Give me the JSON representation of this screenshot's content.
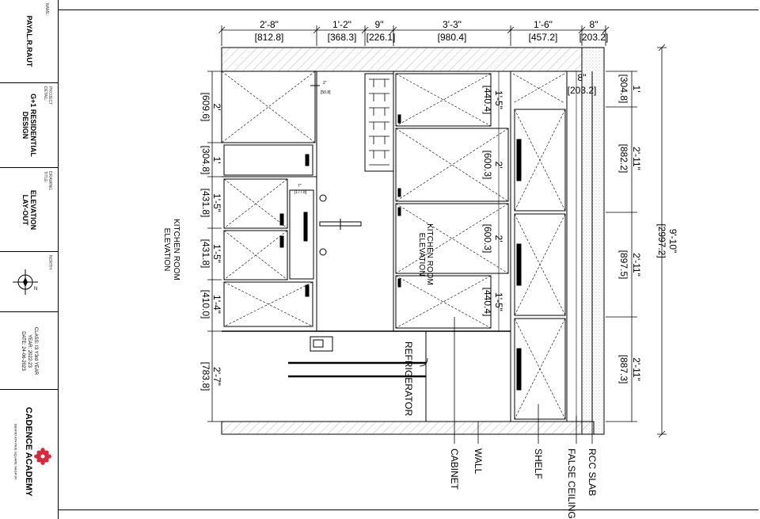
{
  "title_block": {
    "name_label": "NAME:",
    "name_value": "PAYAL.R.RAUT",
    "project_label": "PROJECT DETAIL:",
    "project_value_1": "G+1 RESIDENTIAL",
    "project_value_2": "DESIGN",
    "drawing_label": "DRAWING TITLE:",
    "drawing_value_1": "ELEVATION",
    "drawing_value_2": "LAY-OUT",
    "north_label": "NORTH:",
    "north_letter": "N",
    "class_label": "CLASS: I3 Y3rd YEAR",
    "year_label": "YEAR: 2022-23",
    "date_label": "DATE: 24-06-2023",
    "academy_name": "CADENCE ACADEMY",
    "academy_sub": "BEHIND ATA PAJE SQUARE NAGPUR",
    "logo_color": "#d62a3c"
  },
  "drawing": {
    "top_dims": [
      {
        "ft": "2'-8\"",
        "mm": "[812.8]"
      },
      {
        "ft": "1'-2\"",
        "mm": "[368.3]"
      },
      {
        "ft": "9\"",
        "mm": "[226.1]"
      },
      {
        "ft": "3'-3\"",
        "mm": "[980.4]"
      },
      {
        "ft": "1'-6\"",
        "mm": "[457.2]"
      },
      {
        "ft": "8\"",
        "mm": "[203.2]"
      }
    ],
    "dim_8": {
      "ft": "8\"",
      "mm": "[203.2]"
    },
    "left_dims": [
      {
        "ft": "2'",
        "mm": "[609.6]"
      },
      {
        "ft": "1'",
        "mm": "[304.8]"
      },
      {
        "ft": "1'-5\"",
        "mm": "[431.8]"
      },
      {
        "ft": "1'-5\"",
        "mm": "[431.8]"
      },
      {
        "ft": "1'-4\"",
        "mm": "[410.0]"
      },
      {
        "ft": "2'-7\"",
        "mm": "[783.8]"
      }
    ],
    "mid_dims": [
      {
        "ft": "1'-5\"",
        "mm": "[440.4]"
      },
      {
        "ft": "2'",
        "mm": "[600.3]"
      },
      {
        "ft": "2'",
        "mm": "[600.3]"
      },
      {
        "ft": "1'-5\"",
        "mm": "[440.4]"
      }
    ],
    "right_dims": [
      {
        "ft": "1'",
        "mm": "[304.8]"
      },
      {
        "ft": "2'-11\"",
        "mm": "[882.2]"
      },
      {
        "ft": "2'-11\"",
        "mm": "[897.5]"
      },
      {
        "ft": "2'-11\"",
        "mm": "[887.3]"
      }
    ],
    "overall": {
      "ft": "9'-10\"",
      "mm": "[2997.2]"
    },
    "tiny_dims": [
      "2\"",
      "[50.8]",
      "7\"",
      "[177.8]"
    ],
    "label_kitchen_1": "KITCHEN ROOM",
    "label_elevation_1": "ELEVATION",
    "label_kitchen_2": "KITCHEN ROOM",
    "label_elevation_2": "ELEVATION",
    "label_refrigerator": "REFRIGERATOR",
    "callouts": [
      "CABINET",
      "WALL",
      "SHELF",
      "FALSE CEILING",
      "RCC SLAB"
    ]
  }
}
